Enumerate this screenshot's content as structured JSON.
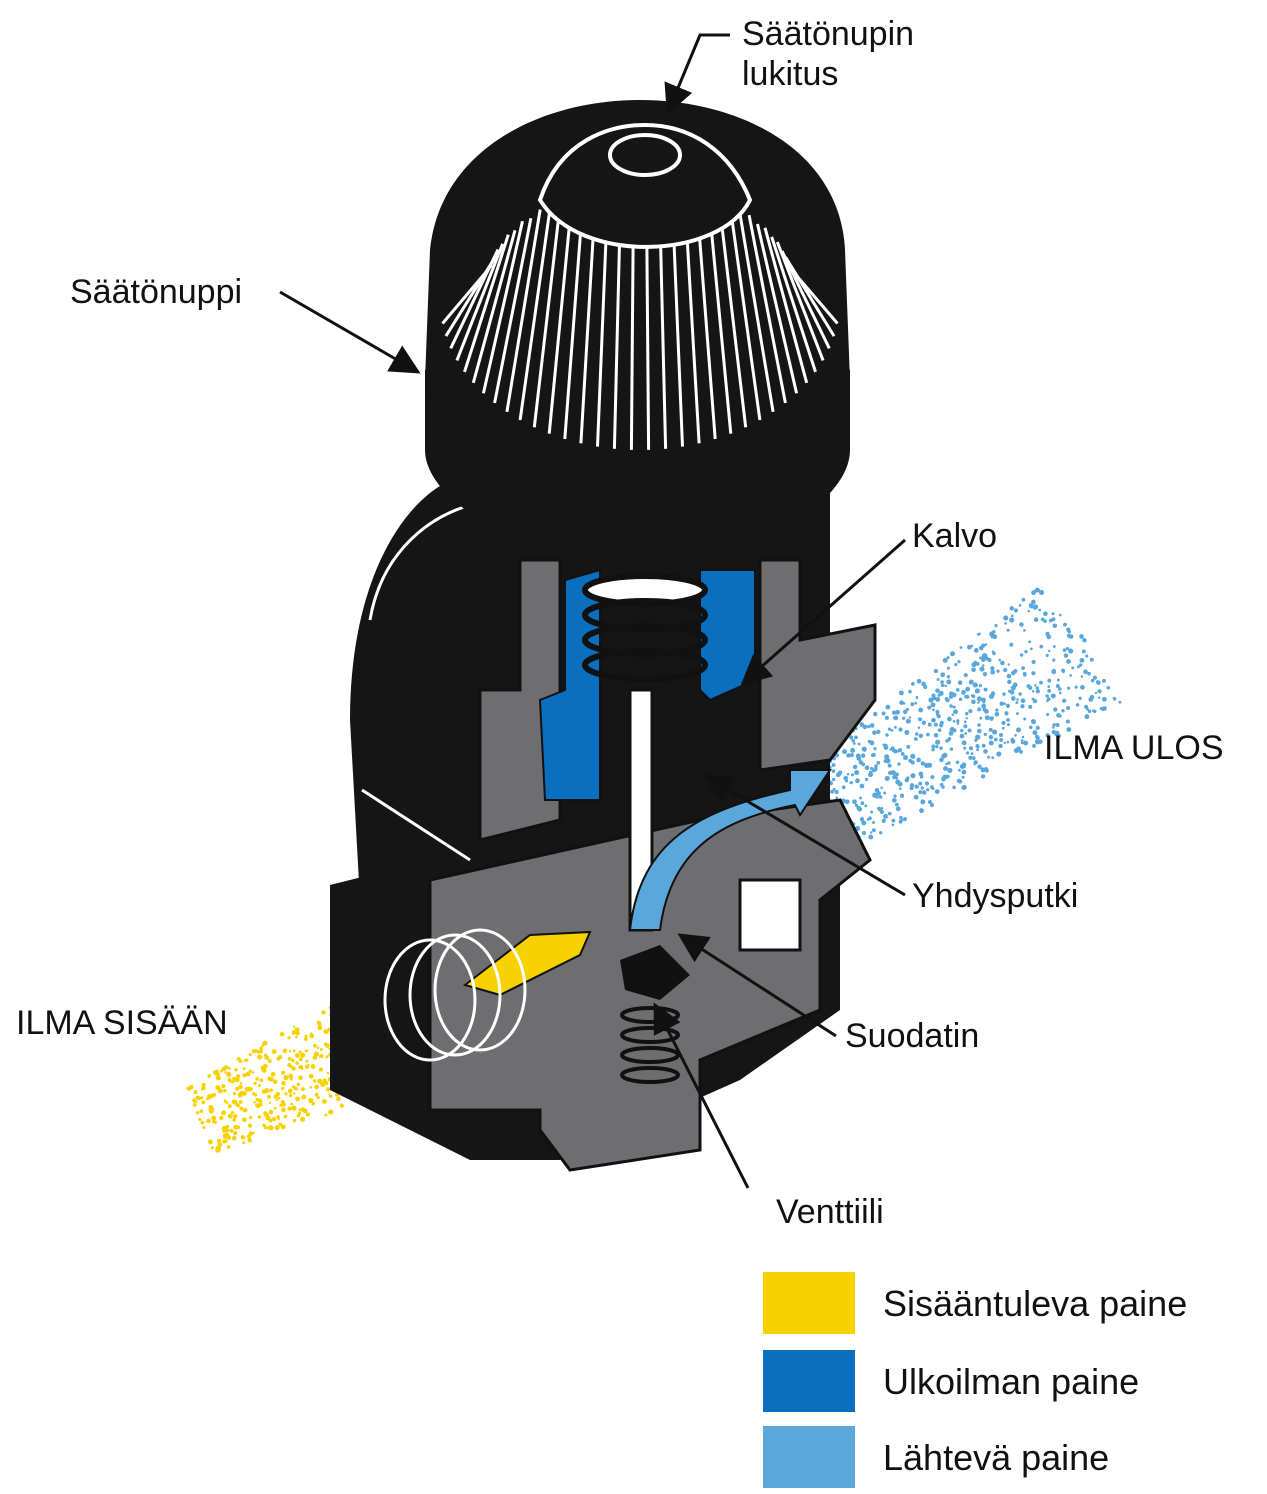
{
  "labels": {
    "knob_lock_line1": "Säätönupin",
    "knob_lock_line2": "lukitus",
    "knob": "Säätönuppi",
    "diaphragm": "Kalvo",
    "air_out": "ILMA ULOS",
    "connecting_tube": "Yhdysputki",
    "air_in": "ILMA SISÄÄN",
    "filter": "Suodatin",
    "valve": "Venttiili"
  },
  "legend": [
    {
      "label": "Sisääntuleva paine",
      "color": "#f7d200"
    },
    {
      "label": "Ulkoilman paine",
      "color": "#0b6fc0"
    },
    {
      "label": "Lähtevä paine",
      "color": "#5aa7dc"
    }
  ],
  "colors": {
    "housing_dark": "#151515",
    "cutaway_grey": "#6e6e70",
    "inlet_pressure": "#f7d200",
    "ambient_pressure": "#0b6fc0",
    "outlet_pressure": "#5aa7dc"
  }
}
